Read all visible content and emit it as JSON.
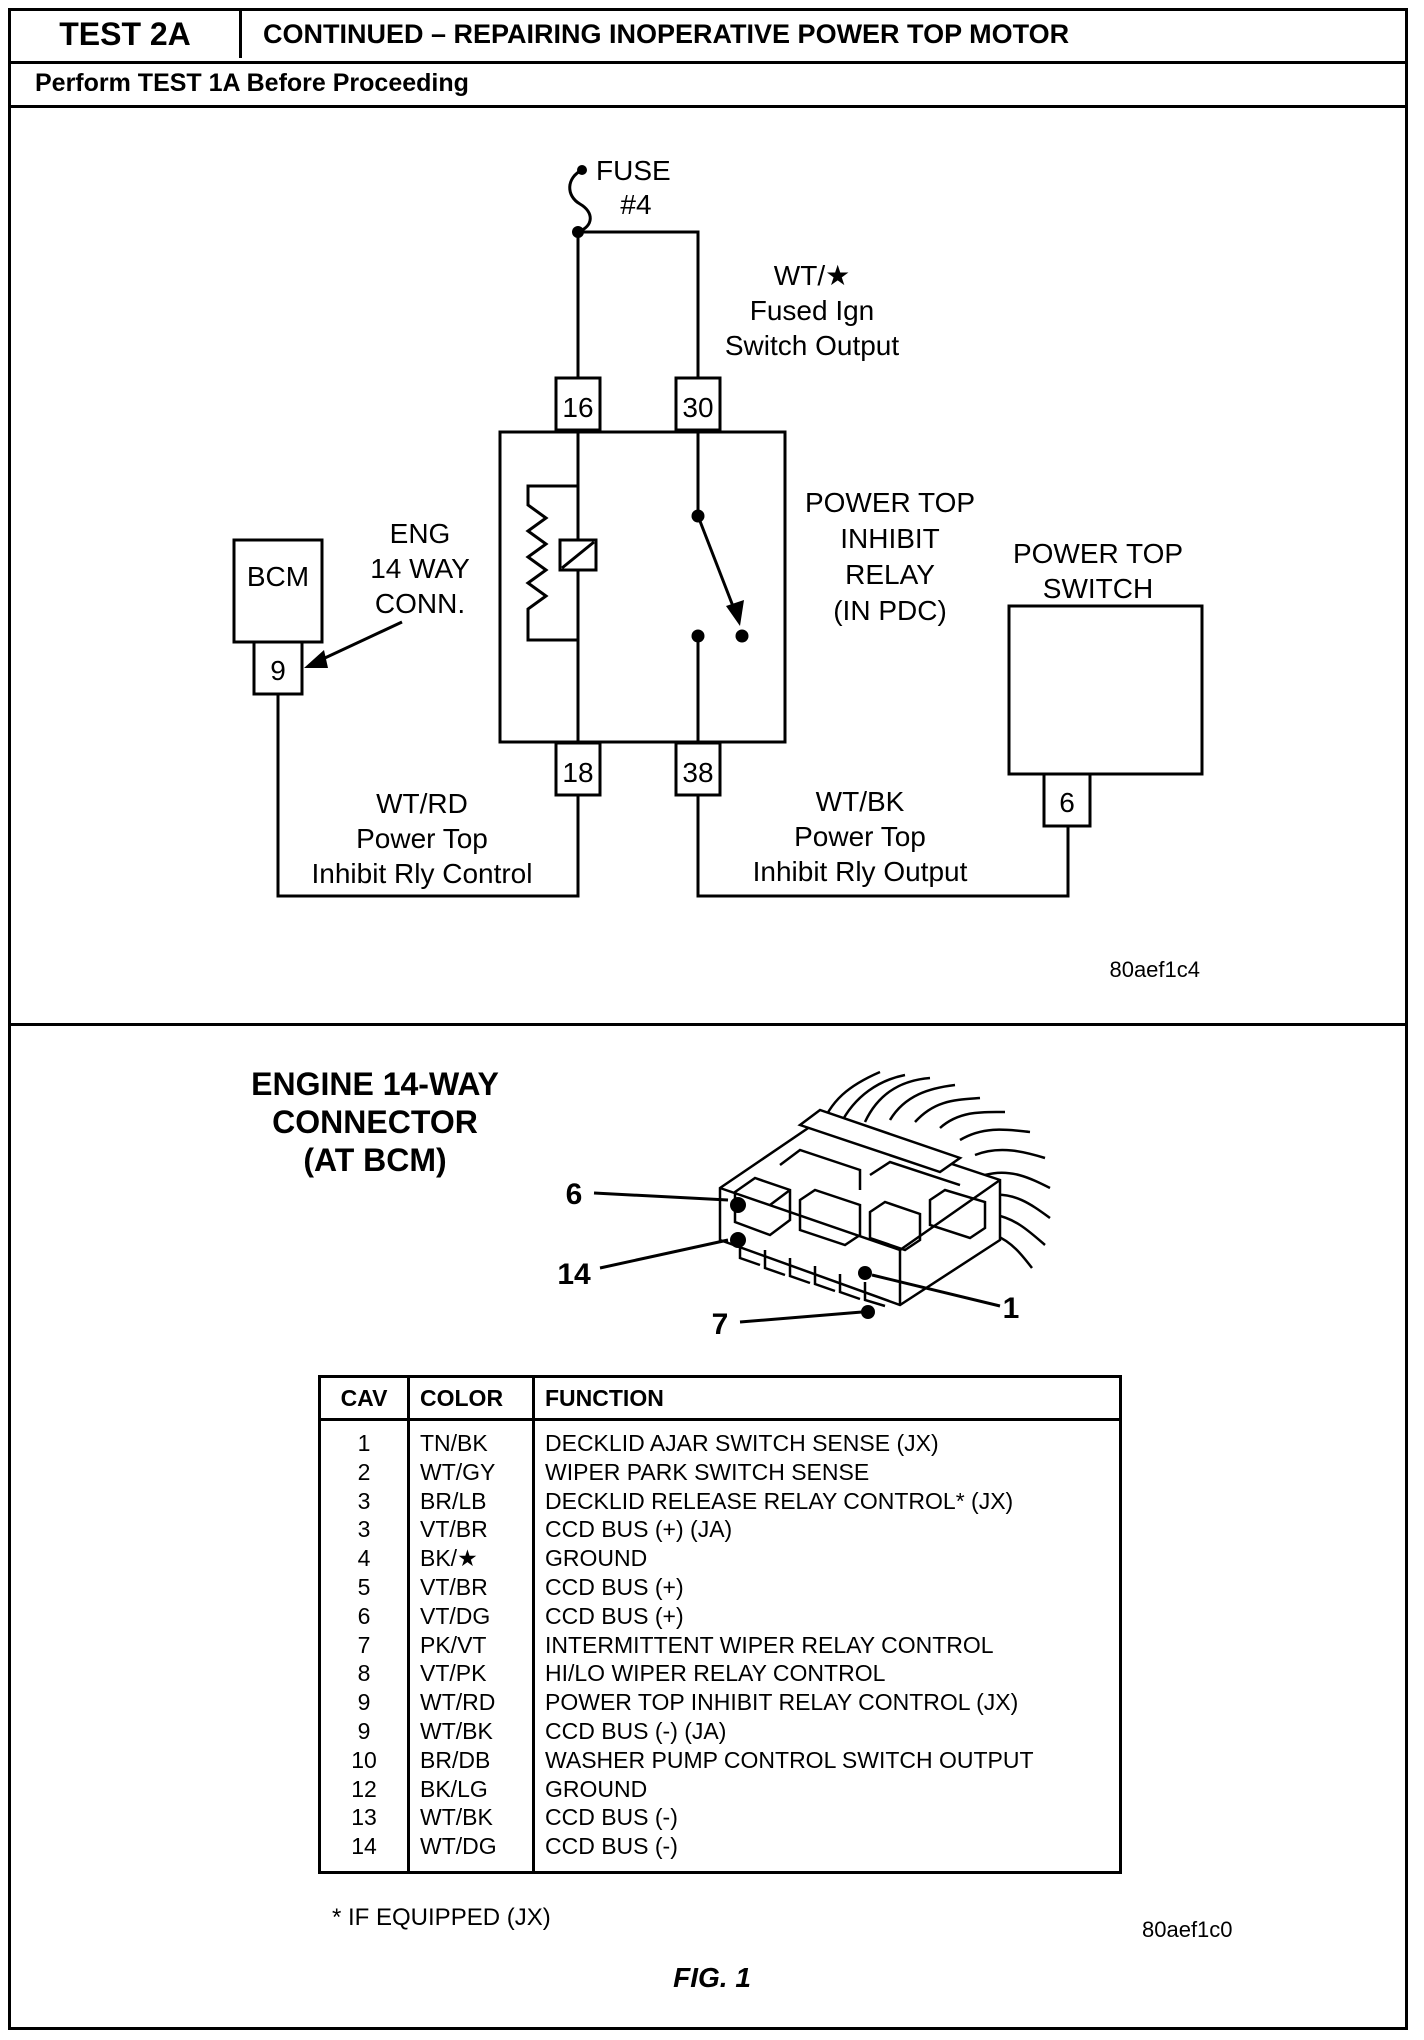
{
  "header": {
    "test_id": "TEST 2A",
    "title": "CONTINUED – REPAIRING INOPERATIVE POWER TOP MOTOR",
    "subtitle": "Perform TEST 1A Before Proceeding"
  },
  "schematic": {
    "fuse_label": "FUSE",
    "fuse_number": "#4",
    "fused_wire": [
      "WT/★",
      "Fused Ign",
      "Switch Output"
    ],
    "relay_label": [
      "POWER TOP",
      "INHIBIT",
      "RELAY",
      "(IN PDC)"
    ],
    "relay_pins": {
      "p16": "16",
      "p30": "30",
      "p18": "18",
      "p38": "38"
    },
    "bcm_label": "BCM",
    "bcm_pin": "9",
    "eng_conn_label": [
      "ENG",
      "14 WAY",
      "CONN."
    ],
    "switch_label": [
      "POWER TOP",
      "SWITCH"
    ],
    "switch_pin": "6",
    "control_wire": [
      "WT/RD",
      "Power Top",
      "Inhibit Rly Control"
    ],
    "output_wire": [
      "WT/BK",
      "Power Top",
      "Inhibit Rly Output"
    ],
    "figure_code": "80aef1c4"
  },
  "connector": {
    "title": [
      "ENGINE 14-WAY",
      "CONNECTOR",
      "(AT BCM)"
    ],
    "callouts": {
      "c6": "6",
      "c14": "14",
      "c7": "7",
      "c1": "1"
    }
  },
  "cavity_table": {
    "headers": {
      "cav": "CAV",
      "color": "COLOR",
      "function": "FUNCTION"
    },
    "rows": [
      {
        "cav": "1",
        "color": "TN/BK",
        "function": "DECKLID AJAR SWITCH SENSE (JX)"
      },
      {
        "cav": "2",
        "color": "WT/GY",
        "function": "WIPER PARK SWITCH SENSE"
      },
      {
        "cav": "3",
        "color": "BR/LB",
        "function": "DECKLID RELEASE RELAY CONTROL* (JX)"
      },
      {
        "cav": "3",
        "color": "VT/BR",
        "function": "CCD BUS (+) (JA)"
      },
      {
        "cav": "4",
        "color": "BK/★",
        "function": "GROUND"
      },
      {
        "cav": "5",
        "color": "VT/BR",
        "function": "CCD BUS (+)"
      },
      {
        "cav": "6",
        "color": "VT/DG",
        "function": "CCD BUS (+)"
      },
      {
        "cav": "7",
        "color": "PK/VT",
        "function": "INTERMITTENT WIPER RELAY CONTROL"
      },
      {
        "cav": "8",
        "color": "VT/PK",
        "function": "HI/LO WIPER RELAY CONTROL"
      },
      {
        "cav": "9",
        "color": "WT/RD",
        "function": "POWER TOP INHIBIT RELAY CONTROL (JX)"
      },
      {
        "cav": "9",
        "color": "WT/BK",
        "function": "CCD BUS (-) (JA)"
      },
      {
        "cav": "10",
        "color": "BR/DB",
        "function": "WASHER PUMP CONTROL SWITCH OUTPUT"
      },
      {
        "cav": "12",
        "color": "BK/LG",
        "function": "GROUND"
      },
      {
        "cav": "13",
        "color": "WT/BK",
        "function": "CCD BUS (-)"
      },
      {
        "cav": "14",
        "color": "WT/DG",
        "function": "CCD BUS (-)"
      }
    ]
  },
  "footnote": "* IF EQUIPPED (JX)",
  "figure_code_2": "80aef1c0",
  "figure_label": "FIG. 1"
}
